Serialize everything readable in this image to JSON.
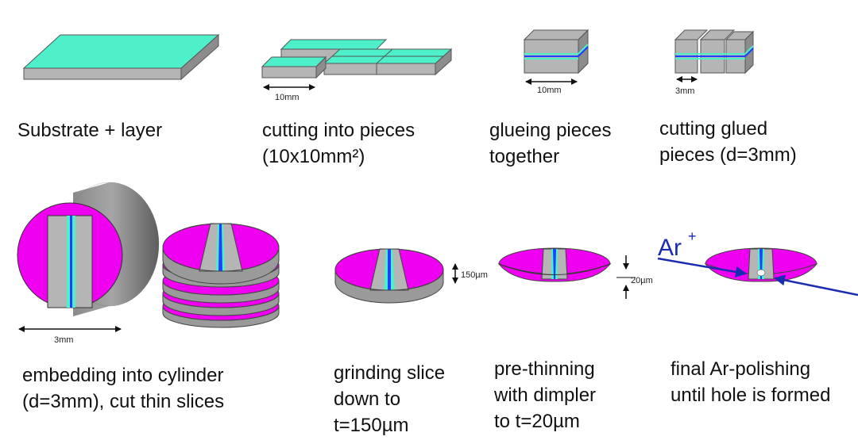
{
  "colors": {
    "substrate": "#b5b5b5",
    "layer": "#4df0c8",
    "embedding": "#f000f0",
    "glue": "#2040ff",
    "ion_beam": "#1a2db0"
  },
  "steps": [
    {
      "id": "substrate",
      "caption": [
        "Substrate + layer"
      ]
    },
    {
      "id": "cutting",
      "caption": [
        "cutting into pieces",
        "(10x10mm²)"
      ],
      "dimension": "10mm"
    },
    {
      "id": "glueing",
      "caption": [
        "glueing pieces",
        "together"
      ],
      "dimension": "10mm"
    },
    {
      "id": "cutting-glued",
      "caption": [
        "cutting glued",
        "pieces (d=3mm)"
      ],
      "dimension": "3mm"
    },
    {
      "id": "embedding",
      "caption": [
        "embedding into cylinder",
        "(d=3mm), cut thin slices"
      ],
      "dimension": "3mm"
    },
    {
      "id": "grinding",
      "caption": [
        "grinding slice",
        "down to",
        "t=150µm"
      ],
      "dimension": "150µm"
    },
    {
      "id": "pre-thinning",
      "caption": [
        "pre-thinning",
        "with dimpler",
        "to t=20µm"
      ],
      "dimension": "20µm"
    },
    {
      "id": "polishing",
      "caption": [
        "final Ar-polishing",
        "until hole is formed"
      ],
      "ion_label": "Ar",
      "ion_charge": "+"
    }
  ]
}
